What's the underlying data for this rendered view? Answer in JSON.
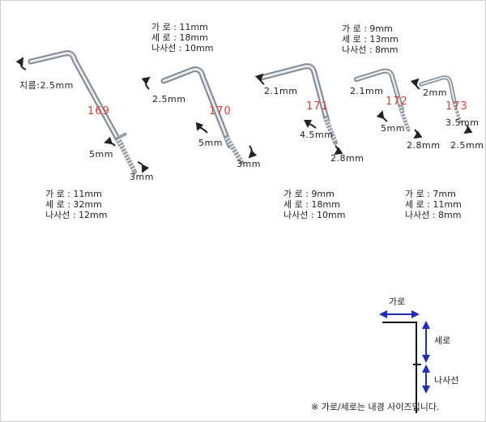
{
  "products": [
    {
      "id": "169",
      "specs": [
        "가  로 : 11mm",
        "세  로 : 32mm",
        "나사선 : 12mm"
      ],
      "labels": {
        "thickness": "지름:2.5mm",
        "shank": "5mm",
        "thread": "3mm"
      }
    },
    {
      "id": "170",
      "specs": [
        "가  로 : 11mm",
        "세  로 : 18mm",
        "나사선 : 10mm"
      ],
      "labels": {
        "thickness": "2.5mm",
        "shank": "5mm",
        "thread": "3mm"
      }
    },
    {
      "id": "171",
      "specs": [
        "가  로 : 9mm",
        "세  로 : 18mm",
        "나사선 : 10mm"
      ],
      "labels": {
        "thickness": "2.1mm",
        "shank": "4.5mm",
        "thread": "2.8mm"
      }
    },
    {
      "id": "172",
      "specs": [
        "가  로 : 9mm",
        "세  로 : 13mm",
        "나사선 : 8mm"
      ],
      "labels": {
        "thickness": "2.1mm",
        "shank": "5mm",
        "thread": "2.8mm"
      }
    },
    {
      "id": "173",
      "specs": [
        "가  로 : 7mm",
        "세  로 : 11mm",
        "나사선 : 8mm"
      ],
      "labels": {
        "thickness": "2mm",
        "shank": "3.5mm",
        "thread": "2.5mm"
      }
    }
  ],
  "legend": {
    "width_label": "가로",
    "height_label": "세로",
    "thread_label": "나사선",
    "note": "※ 가로/세로는 내경 사이즈입니다."
  },
  "colors": {
    "number": "#d9433a",
    "legend_arrow": "#1f2fb0",
    "metal": "#b9c2c9"
  }
}
